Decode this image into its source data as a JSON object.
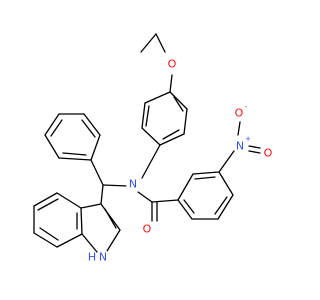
{
  "molecule": {
    "atoms": [
      {
        "id": "O_ether",
        "label": "O",
        "color": "#ff0d0d",
        "charge": ""
      },
      {
        "id": "N_amide",
        "label": "N",
        "color": "#3050f8",
        "charge": ""
      },
      {
        "id": "N_nitro",
        "label": "N",
        "color": "#3050f8",
        "charge": "+"
      },
      {
        "id": "O_nitro_top",
        "label": "O",
        "color": "#ff0d0d",
        "charge": "-"
      },
      {
        "id": "O_nitro_bottom",
        "label": "O",
        "color": "#ff0d0d",
        "charge": ""
      },
      {
        "id": "O_carbonyl",
        "label": "O",
        "color": "#ff0d0d",
        "charge": ""
      },
      {
        "id": "N_indole",
        "label": "N",
        "color": "#3050f8",
        "charge": ""
      },
      {
        "id": "H_indole",
        "label": "H",
        "color": "#3050f8",
        "charge": ""
      }
    ]
  }
}
